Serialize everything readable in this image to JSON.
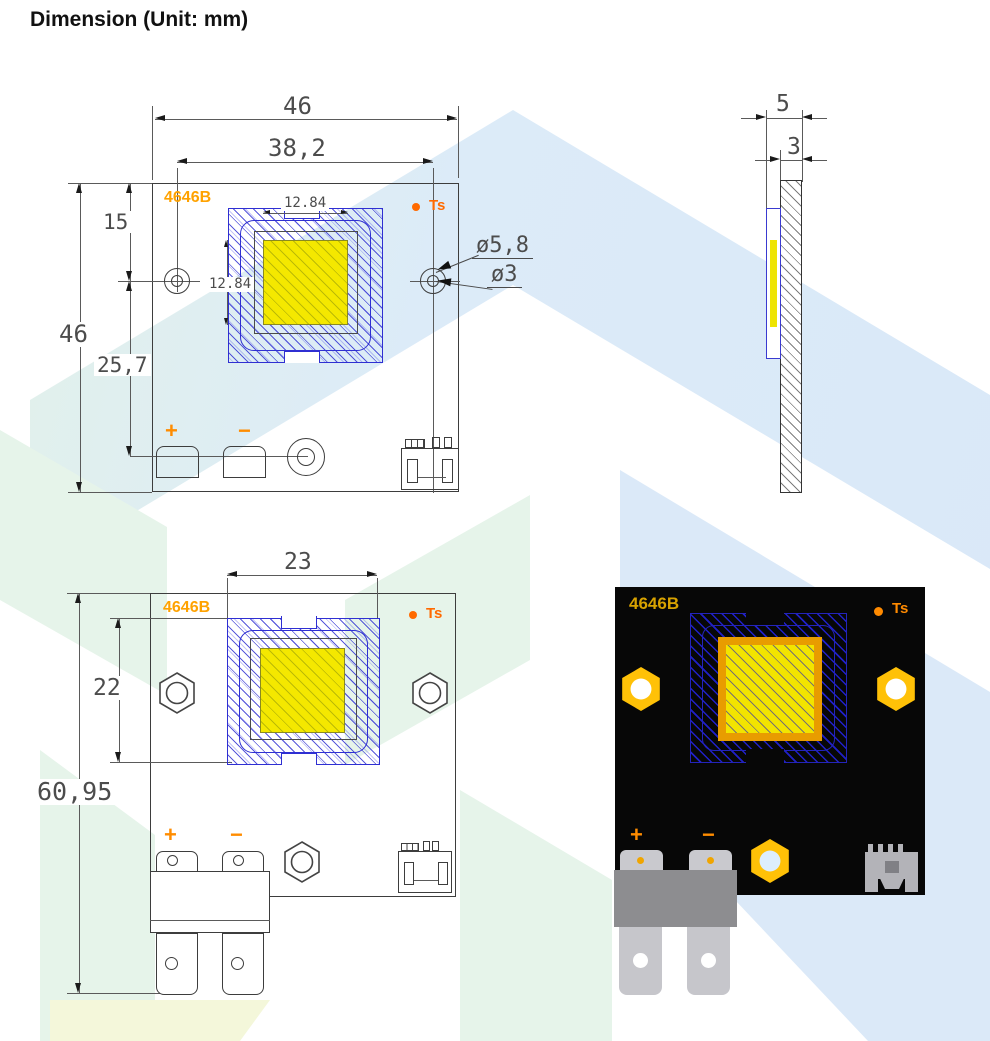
{
  "title": "Dimension (Unit: mm)",
  "front_view": {
    "part_label": "4646B",
    "ts_label": "Ts",
    "plus": "+",
    "minus": "−",
    "dims": {
      "board_width": "46",
      "hole_spacing": "38,2",
      "top_to_hole": "15",
      "board_height": "46",
      "hole_to_terminal": "25,7",
      "emitter_width": "12.84",
      "emitter_height": "12.84",
      "hole_outer_dia": "ø5,8",
      "hole_inner_dia": "ø3"
    }
  },
  "side_view": {
    "dims": {
      "total_thickness": "5",
      "board_thickness": "3"
    }
  },
  "bottom_view": {
    "part_label": "4646B",
    "ts_label": "Ts",
    "plus": "+",
    "minus": "−",
    "dims": {
      "package_width": "23",
      "package_height": "22",
      "total_height": "60,95"
    }
  },
  "rendered_view": {
    "part_label": "4646B",
    "ts_label": "Ts",
    "plus": "+",
    "minus": "−"
  },
  "colors": {
    "accent_orange": "#ff8a00",
    "label_orange": "#ffa200",
    "hatch_blue": "#2f2fd2",
    "emitter_yellow": "#f4e800",
    "board_black": "#070707",
    "nut_orange": "#ffc107",
    "metal_gray": "#c6c6cb",
    "dim_gray": "#4c4c4c"
  }
}
